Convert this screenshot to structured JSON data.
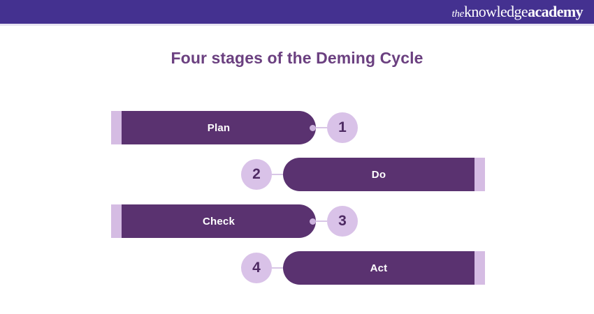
{
  "header": {
    "background_color": "#443190",
    "logo": {
      "name": "the-knowledge-academy-logo",
      "part_the": "the",
      "part_knowledge": "knowledge",
      "part_academy": "academy"
    }
  },
  "title": {
    "text": "Four stages of the Deming Cycle",
    "color": "#6b4080"
  },
  "colors": {
    "bar_dark_purple": "#5a3270",
    "cap_light_purple": "#d5bce3",
    "circle_light_purple": "#d9c2e8",
    "number_text": "#4e2a63",
    "connector": "#d8c6e6",
    "background": "#ffffff"
  },
  "diagram": {
    "type": "stage-list",
    "stages": [
      {
        "number": "1",
        "label": "Plan",
        "align": "left"
      },
      {
        "number": "2",
        "label": "Do",
        "align": "right"
      },
      {
        "number": "3",
        "label": "Check",
        "align": "left"
      },
      {
        "number": "4",
        "label": "Act",
        "align": "right"
      }
    ]
  }
}
